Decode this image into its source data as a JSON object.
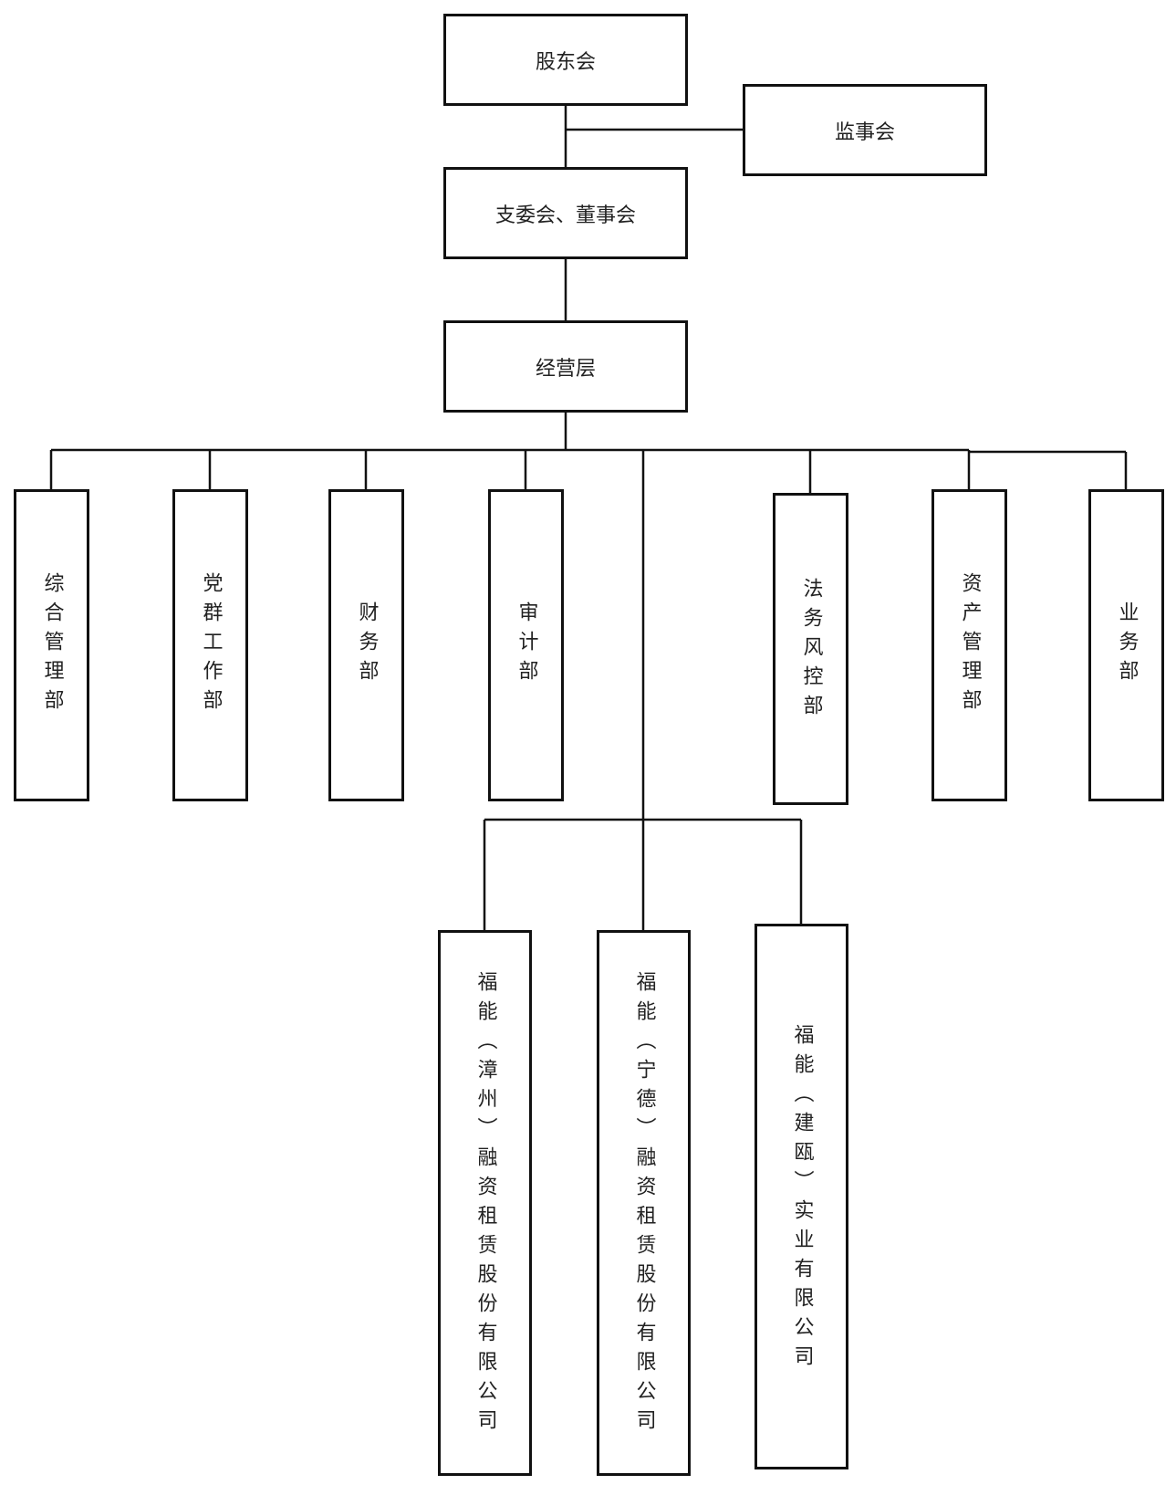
{
  "org_chart": {
    "shareholders": "股东会",
    "supervisors": "监事会",
    "board": "支委会、董事会",
    "management": "经营层",
    "departments": [
      {
        "name": "综合管理部"
      },
      {
        "name": "党群工作部"
      },
      {
        "name": "财务部"
      },
      {
        "name": "审计部"
      },
      {
        "name": "法务风控部"
      },
      {
        "name": "资产管理部"
      },
      {
        "name": "业务部"
      }
    ],
    "subsidiaries": [
      {
        "name": "福能（漳州）融资租赁股份有限公司"
      },
      {
        "name": "福能（宁德）融资租赁股份有限公司"
      },
      {
        "name": "福能（建瓯）实业有限公司"
      }
    ]
  }
}
